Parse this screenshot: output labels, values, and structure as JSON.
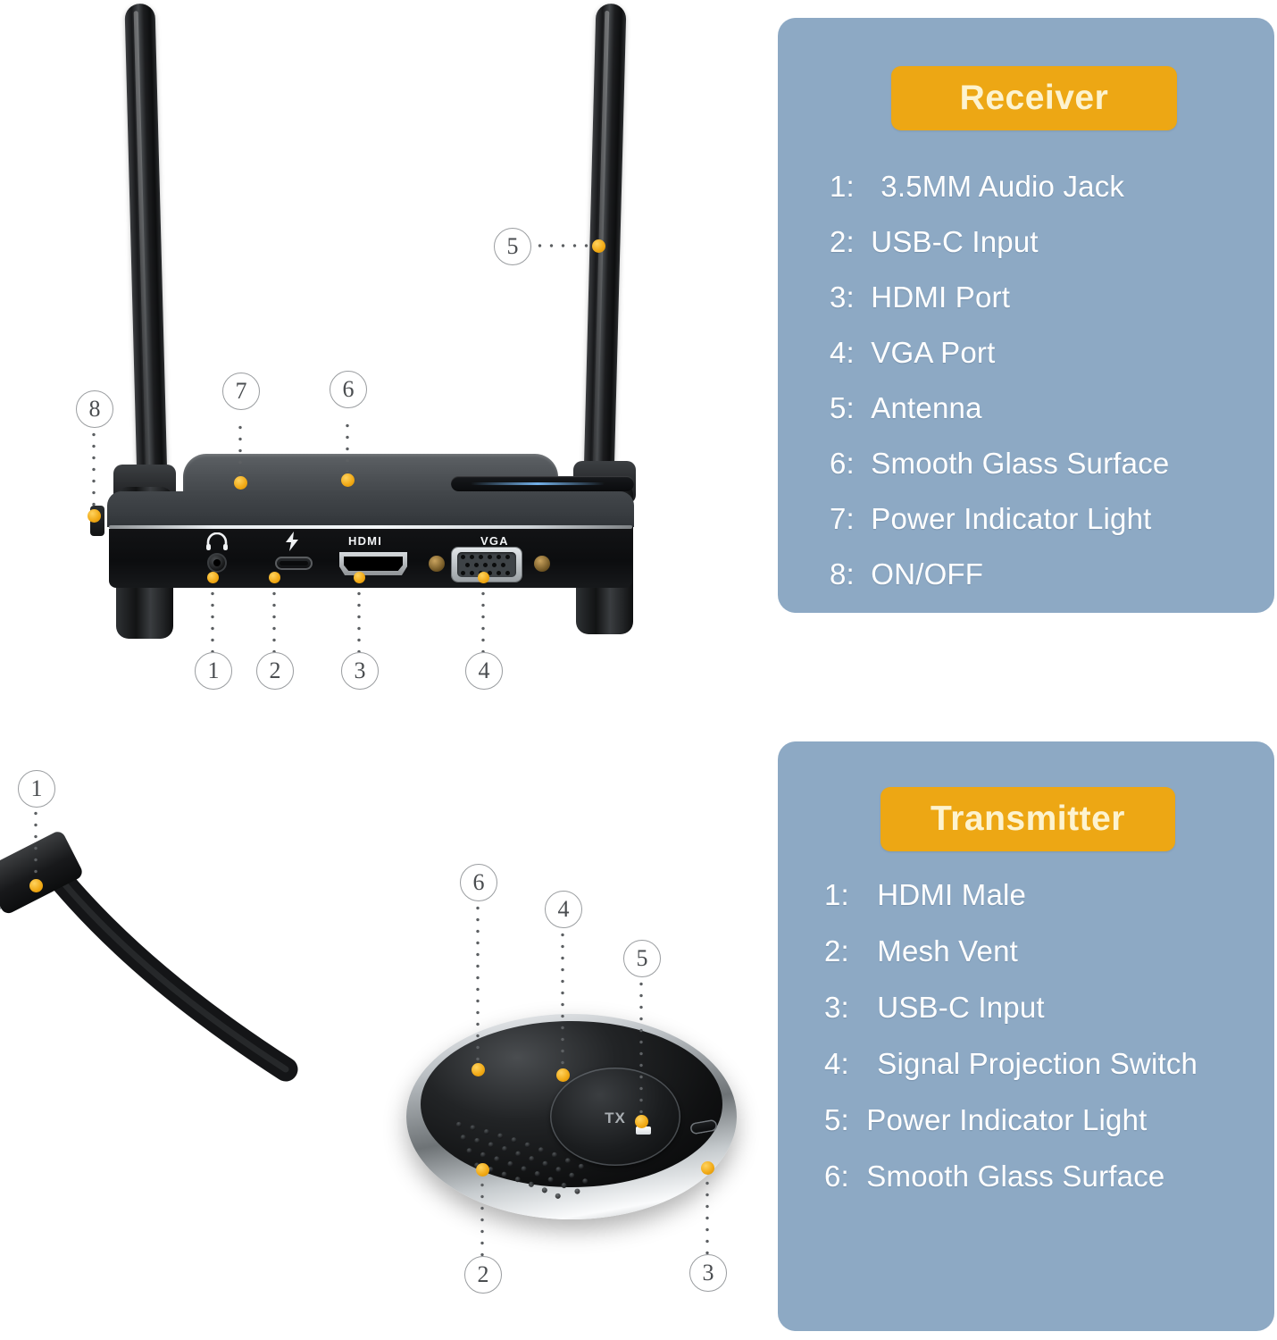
{
  "theme": {
    "panel_bg": "#8da9c4",
    "badge_bg": "#eda714",
    "badge_text": "#fdf3cf",
    "list_text": "#ffffff",
    "marker_dot": "#f0a814",
    "callout_stroke": "#9a9da0",
    "page_bg": "#ffffff"
  },
  "receiver": {
    "badge_label": "Receiver",
    "items": [
      {
        "num": "1:",
        "label": "3.5MM Audio Jack"
      },
      {
        "num": "2:",
        "label": "USB-C Input"
      },
      {
        "num": "3:",
        "label": "HDMI Port"
      },
      {
        "num": "4:",
        "label": "VGA Port"
      },
      {
        "num": "5:",
        "label": "Antenna"
      },
      {
        "num": "6:",
        "label": "Smooth Glass Surface"
      },
      {
        "num": "7:",
        "label": "Power Indicator Light"
      },
      {
        "num": "8:",
        "label": "ON/OFF"
      }
    ],
    "callouts": [
      {
        "id": "1"
      },
      {
        "id": "2"
      },
      {
        "id": "3"
      },
      {
        "id": "4"
      },
      {
        "id": "5"
      },
      {
        "id": "6"
      },
      {
        "id": "7"
      },
      {
        "id": "8"
      }
    ],
    "port_labels": {
      "audio": "",
      "power": "",
      "hdmi": "HDMI",
      "vga": "VGA"
    },
    "port_icons": {
      "audio": "headphone-icon",
      "power": "lightning-bolt-icon"
    }
  },
  "transmitter": {
    "badge_label": "Transmitter",
    "items": [
      {
        "num": "1:",
        "label": "HDMI Male"
      },
      {
        "num": "2:",
        "label": "Mesh Vent"
      },
      {
        "num": "3:",
        "label": "USB-C Input"
      },
      {
        "num": "4:",
        "label": "Signal Projection Switch"
      },
      {
        "num": "5:",
        "label": "Power Indicator Light"
      },
      {
        "num": "6:",
        "label": "Smooth Glass Surface"
      }
    ],
    "callouts": [
      {
        "id": "1"
      },
      {
        "id": "2"
      },
      {
        "id": "3"
      },
      {
        "id": "4"
      },
      {
        "id": "5"
      },
      {
        "id": "6"
      }
    ],
    "button_label": "TX"
  }
}
